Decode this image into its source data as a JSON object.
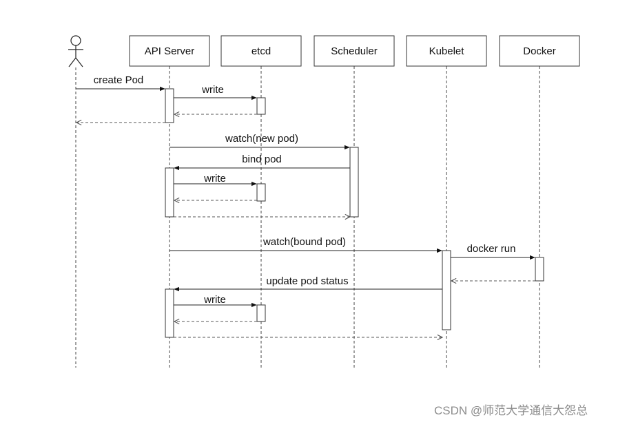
{
  "participants": [
    {
      "id": "user",
      "kind": "actor",
      "label": ""
    },
    {
      "id": "api",
      "kind": "box",
      "label": "API Server"
    },
    {
      "id": "etcd",
      "kind": "box",
      "label": "etcd"
    },
    {
      "id": "scheduler",
      "kind": "box",
      "label": "Scheduler"
    },
    {
      "id": "kubelet",
      "kind": "box",
      "label": "Kubelet"
    },
    {
      "id": "docker",
      "kind": "box",
      "label": "Docker"
    }
  ],
  "messages": [
    {
      "id": "m1",
      "label": "create Pod",
      "style": "solid"
    },
    {
      "id": "m2",
      "label": "write",
      "style": "solid"
    },
    {
      "id": "m3",
      "label": "",
      "style": "dashed"
    },
    {
      "id": "m4",
      "label": "",
      "style": "dashed"
    },
    {
      "id": "m5",
      "label": "watch(new pod)",
      "style": "solid"
    },
    {
      "id": "m6",
      "label": "bind pod",
      "style": "solid"
    },
    {
      "id": "m7",
      "label": "write",
      "style": "solid"
    },
    {
      "id": "m8",
      "label": "",
      "style": "dashed"
    },
    {
      "id": "m9",
      "label": "",
      "style": "dashed"
    },
    {
      "id": "m10",
      "label": "watch(bound pod)",
      "style": "solid"
    },
    {
      "id": "m11",
      "label": "docker run",
      "style": "solid"
    },
    {
      "id": "m12",
      "label": "",
      "style": "dashed"
    },
    {
      "id": "m13",
      "label": "update pod status",
      "style": "solid"
    },
    {
      "id": "m14",
      "label": "write",
      "style": "solid"
    },
    {
      "id": "m15",
      "label": "",
      "style": "dashed"
    },
    {
      "id": "m16",
      "label": "",
      "style": "dashed"
    }
  ],
  "colors": {
    "line": "#222222",
    "dashed": "#555555",
    "watermark": "#8c8c8c"
  },
  "watermark": "CSDN @师范大学通信大怨总"
}
